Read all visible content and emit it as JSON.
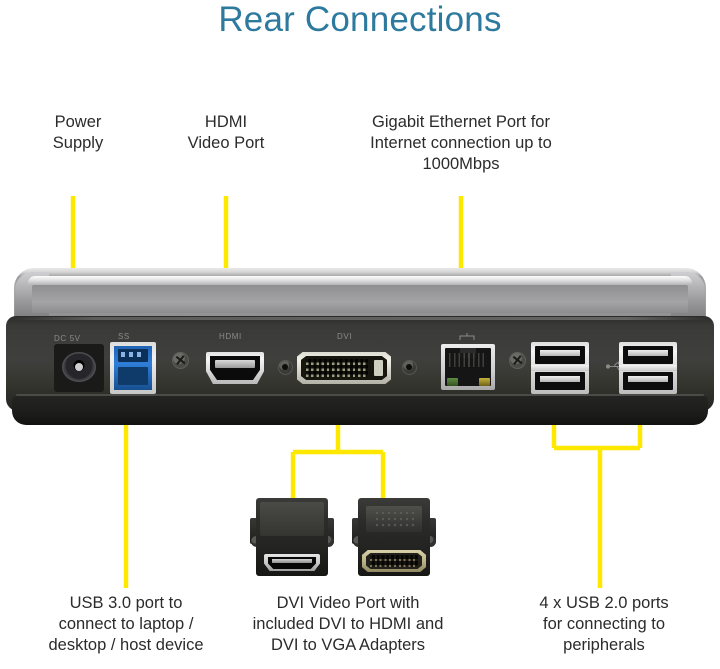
{
  "title": "Rear Connections",
  "theme": {
    "title_color": "#2e7a9e",
    "leader_color": "#ffe800",
    "label_color": "#2b2b2b",
    "background": "#ffffff"
  },
  "callouts": {
    "power_supply": "Power\nSupply",
    "hdmi_video_port": "HDMI\nVideo Port",
    "gigabit_ethernet": "Gigabit Ethernet Port for\nInternet connection up to\n1000Mbps",
    "usb3_host": "USB 3.0 port to\nconnect to laptop /\ndesktop / host device",
    "dvi_video_port": "DVI Video Port with\nincluded DVI to HDMI and\nDVI to VGA Adapters",
    "usb2_peripherals": "4 x USB 2.0 ports\nfor connecting to\nperipherals"
  },
  "device": {
    "type": "laptop-docking-station",
    "silkscreen": {
      "dc_power": "DC 5V",
      "usb3_superspeed": "SS",
      "hdmi": "HDMI",
      "dvi": "DVI"
    },
    "branding": "",
    "ports": [
      {
        "name": "dc-power-jack",
        "label": "DC 5V"
      },
      {
        "name": "usb3-type-b-port",
        "label": "SS"
      },
      {
        "name": "hdmi-port",
        "label": "HDMI"
      },
      {
        "name": "dvi-port",
        "label": "DVI"
      },
      {
        "name": "ethernet-rj45-port",
        "label": ""
      },
      {
        "name": "usb2-port-pair-1",
        "label": ""
      },
      {
        "name": "usb2-port-pair-2",
        "label": ""
      }
    ]
  },
  "adapters": [
    {
      "name": "dvi-to-hdmi-adapter"
    },
    {
      "name": "dvi-to-vga-adapter"
    }
  ]
}
